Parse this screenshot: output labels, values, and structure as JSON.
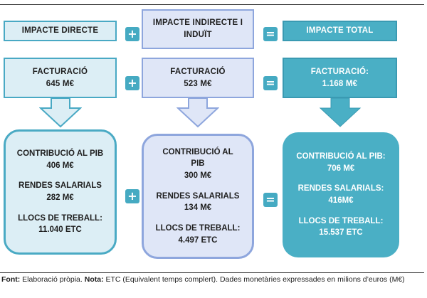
{
  "columns": [
    {
      "header": "IMPACTE DIRECTE",
      "facturacio_label": "FACTURACIÓ",
      "facturacio_value": "645 M€",
      "pib_label": "CONTRIBUCIÓ AL PIB",
      "pib_value": "406 M€",
      "rendes_label": "RENDES SALARIALS",
      "rendes_value": "282 M€",
      "llocs_label": "LLOCS DE TREBALL:",
      "llocs_value": "11.040 ETC"
    },
    {
      "header_line1": "IMPACTE INDIRECTE I",
      "header_line2": "INDUÏT",
      "facturacio_label": "FACTURACIÓ",
      "facturacio_value": "523 M€",
      "pib_label_line1": "CONTRIBUCIÓ AL",
      "pib_label_line2": "PIB",
      "pib_value": "300 M€",
      "rendes_label": "RENDES SALARIALS",
      "rendes_value": "134 M€",
      "llocs_label": "LLOCS DE TREBALL:",
      "llocs_value": "4.497 ETC"
    },
    {
      "header": "IMPACTE TOTAL",
      "facturacio_label": "FACTURACIÓ:",
      "facturacio_value": "1.168 M€",
      "pib_label": "CONTRIBUCIÓ AL PIB:",
      "pib_value": "706 M€",
      "rendes_label": "RENDES SALARIALS:",
      "rendes_value": "416M€",
      "llocs_label": "LLOCS DE TREBALL:",
      "llocs_value": "15.537 ETC"
    }
  ],
  "operators": {
    "plus": "+",
    "equals": "="
  },
  "footer": {
    "font_label": "Font:",
    "font_text": " Elaboració pròpia. ",
    "nota_label": "Nota:",
    "nota_text": " ETC (Equivalent temps complert). Dades monetàries expressades en milions d’euros (M€)"
  },
  "colors": {
    "col1_fill": "#dceef5",
    "col1_border": "#49a9c4",
    "col2_fill": "#dfe6f7",
    "col2_border": "#8ea6dd",
    "col3_fill": "#4aafc5",
    "operator": "#45aac2"
  }
}
